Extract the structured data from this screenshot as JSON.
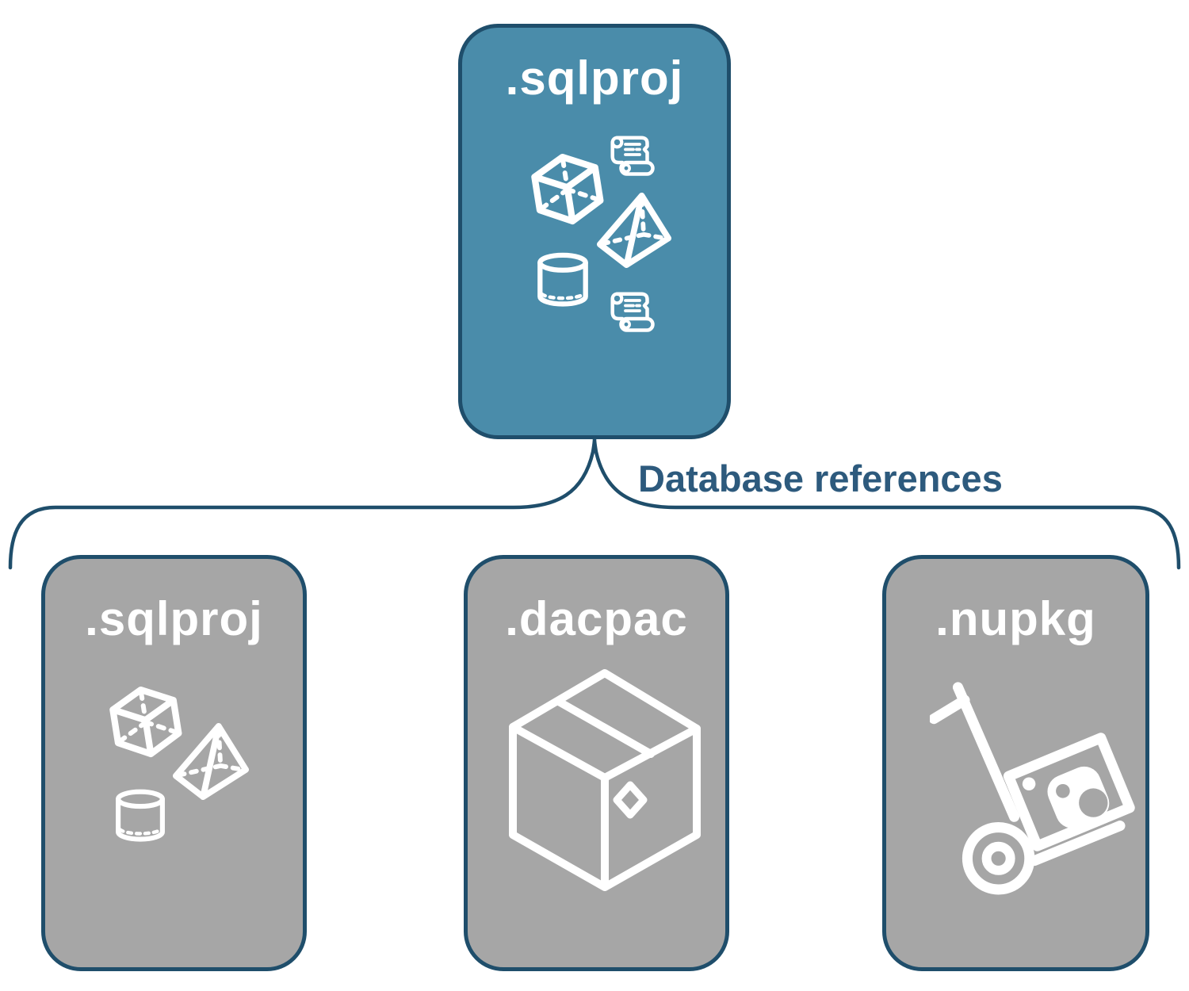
{
  "diagram": {
    "connector_label": "Database references",
    "parent_node": {
      "label": ".sqlproj",
      "icons": [
        "scroll-icon",
        "cube-icon",
        "pyramid-icon",
        "cylinder-icon",
        "scroll-icon"
      ]
    },
    "child_nodes": [
      {
        "label": ".sqlproj",
        "icons": [
          "cube-icon",
          "pyramid-icon",
          "cylinder-icon"
        ]
      },
      {
        "label": ".dacpac",
        "icons": [
          "package-box-icon"
        ]
      },
      {
        "label": ".nupkg",
        "icons": [
          "hand-truck-icon"
        ]
      }
    ],
    "colors": {
      "parent_fill": "#4A8CAA",
      "child_fill": "#A6A6A6",
      "border": "#1F4E6B",
      "connector": "#1F4E6B",
      "label_text": "#2D5A7D",
      "icon_stroke": "#FFFFFF"
    }
  }
}
